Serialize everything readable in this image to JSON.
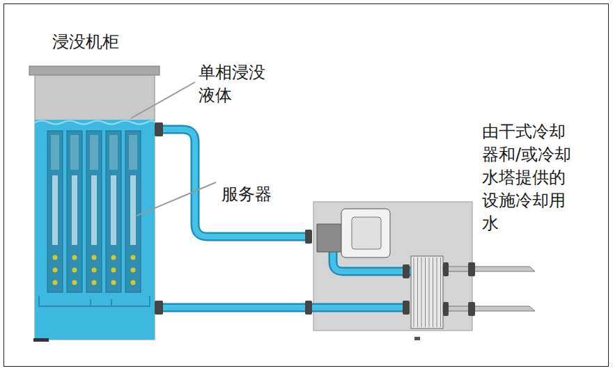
{
  "diagram": {
    "nodes": [
      {
        "text": [
          "浸没机柜"
        ]
      }
    ],
    "labels": [
      "单相浸没液体",
      "服务器",
      "由干式冷却器和/或冷却水塔提供的设施冷却用水"
    ]
  }
}
